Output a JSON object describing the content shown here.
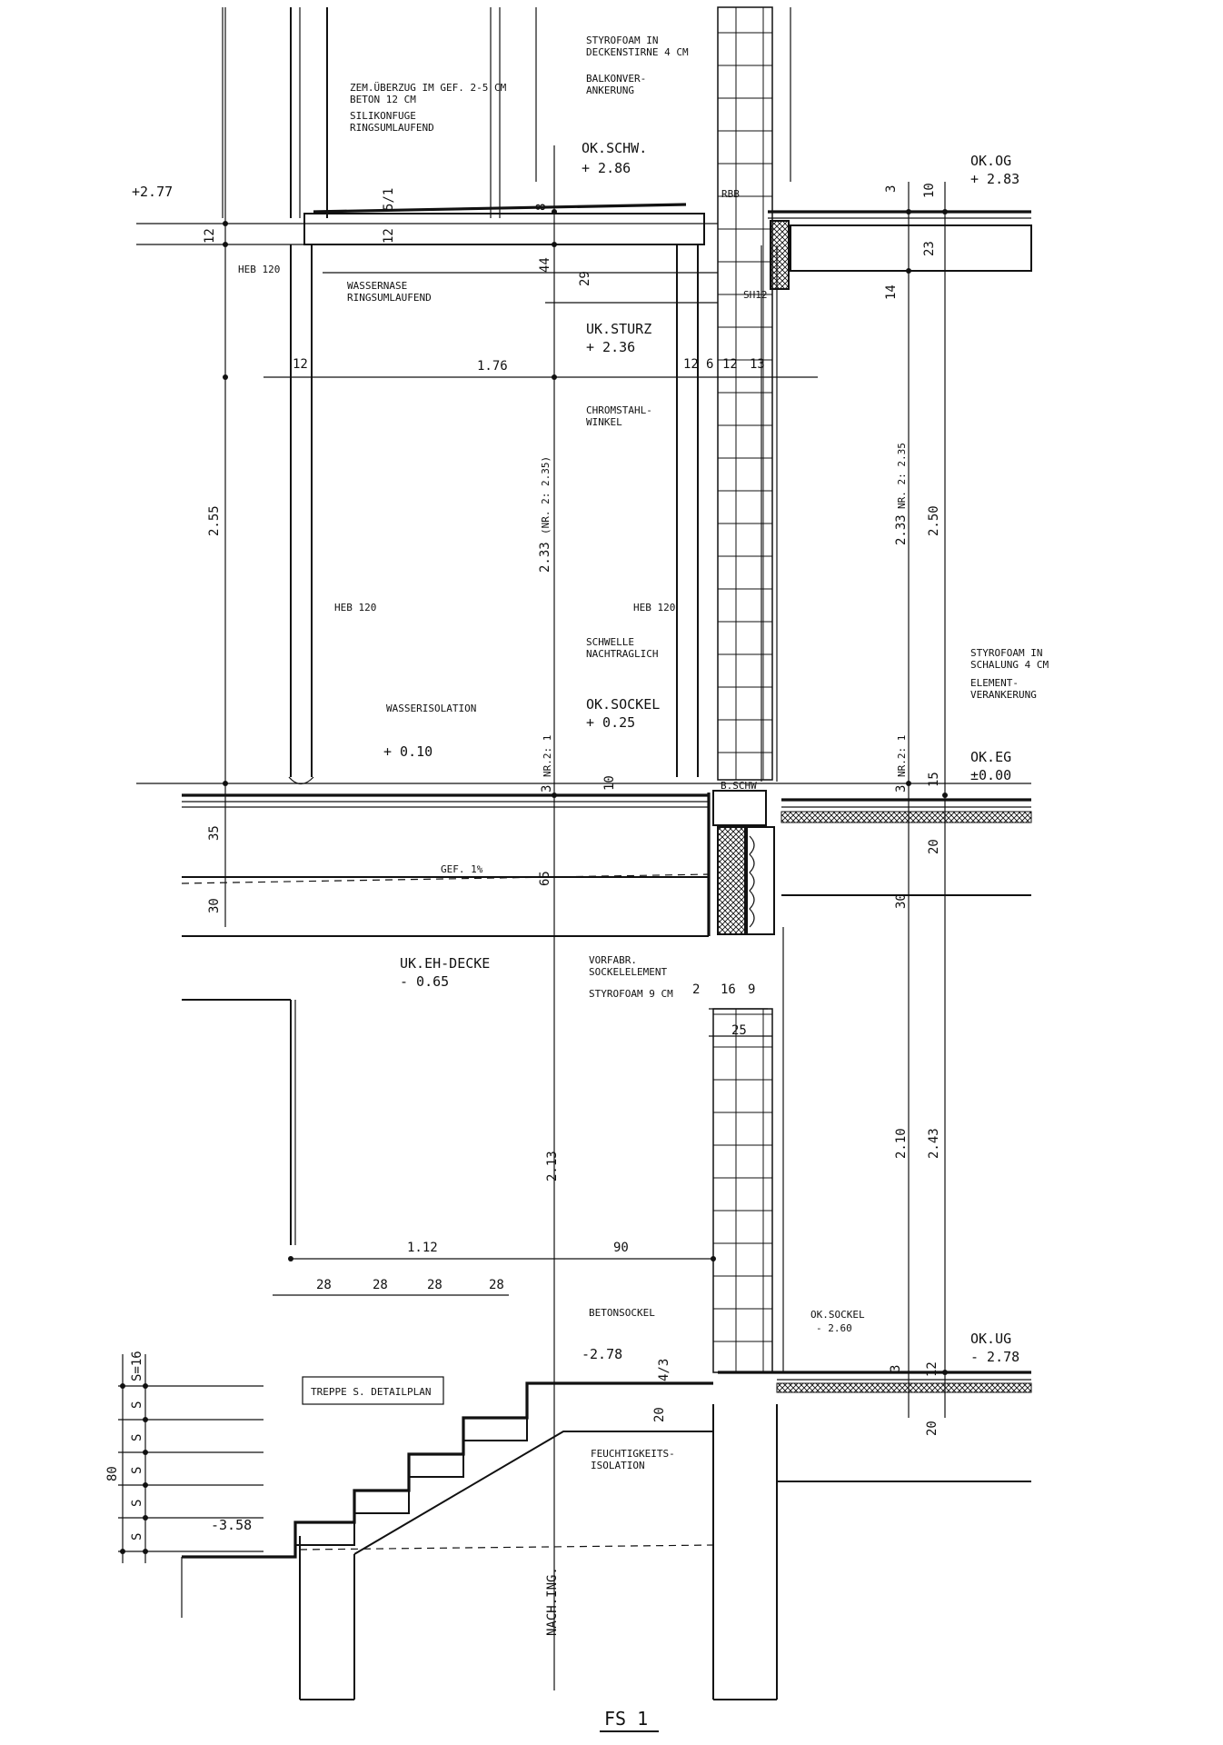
{
  "title": "FS 1",
  "levels": {
    "left_top": "+2.77",
    "ok_schw": [
      "OK.SCHW.",
      "+ 2.86"
    ],
    "ok_og": [
      "OK.OG",
      "+ 2.83"
    ],
    "uk_sturz": [
      "UK.STURZ",
      "+ 2.36"
    ],
    "ok_sockel": [
      "OK.SOCKEL",
      "+ 0.25"
    ],
    "wasserisolation_level": "+ 0.10",
    "ok_eg": [
      "OK.EG",
      "±0.00"
    ],
    "uk_eh_decke": [
      "UK.EH-DECKE",
      "- 0.65"
    ],
    "stair_top": "-2.78",
    "ok_sockel_ug": [
      "OK.SOCKEL",
      "- 2.60"
    ],
    "ok_ug": [
      "OK.UG",
      "- 2.78"
    ],
    "stair_bottom": "-3.58"
  },
  "notes": {
    "zem": [
      "ZEM.ÜBERZUG IM GEF. 2-5 CM",
      "BETON 12 CM",
      "SILIKONFUGE",
      "RINGSUMLAUFEND"
    ],
    "styro_top": [
      "STYROFOAM IN",
      "DECKENSTIRNE 4 CM"
    ],
    "balkon": [
      "BALKONVER-",
      "ANKERUNG"
    ],
    "rbb": "RBB",
    "sh12": "SH12",
    "heb_top": "HEB 120",
    "wassernase": [
      "WASSERNASE",
      "RINGSUMLAUFEND"
    ],
    "chromstahl": [
      "CHROMSTAHL-",
      "WINKEL"
    ],
    "heb_mid_left": "HEB 120",
    "heb_mid_right": "HEB 120",
    "schwelle": [
      "SCHWELLE",
      "NACHTRAGLICH"
    ],
    "wasseriso": "WASSERISOLATION",
    "styro_schalung": [
      "STYROFOAM IN",
      "SCHALUNG 4 CM"
    ],
    "element": [
      "ELEMENT-",
      "VERANKERUNG"
    ],
    "bschw": "B.SCHW",
    "gef": "GEF. 1%",
    "vorfabr": [
      "VORFABR.",
      "SOCKELELEMENT",
      "STYROFOAM 9 CM"
    ],
    "betonsockel": "BETONSOCKEL",
    "feucht": [
      "FEUCHTIGKEITS-",
      "ISOLATION"
    ],
    "treppe": "TREPPE S. DETAILPLAN",
    "nach_ing": "NACH.ING."
  },
  "dims": {
    "d12a": "12",
    "d12b": "12",
    "d51": "5/1",
    "d8": "8",
    "d44": "44",
    "d29": "29",
    "d3a": "3",
    "d10a": "10",
    "d23": "23",
    "d14": "14",
    "d12c": "12",
    "d176": "1.76",
    "d12d": "12",
    "d6": "6",
    "d12e": "12",
    "d13": "13",
    "d255": "2.55",
    "d233l": "2.33",
    "d233l_note": "(NR. 2: 2.35)",
    "d233r": "2.33",
    "d233r_note": "NR. 2: 2.35",
    "d250": "2.50",
    "d3b": "3",
    "d3b_note": "NR.2: 1",
    "d10b": "10",
    "d3c": "3",
    "d3c_note": "NR.2: 1",
    "d15": "15",
    "d35": "35",
    "d30": "30",
    "d65": "65",
    "d20a": "20",
    "d30b": "30",
    "d2": "2",
    "d16": "16",
    "d9": "9",
    "d25": "25",
    "d213": "2.13",
    "d210": "2.10",
    "d243": "2.43",
    "d112": "1.12",
    "d90": "90",
    "t1": "28",
    "t2": "28",
    "t3": "28",
    "t4": "28",
    "d43": "4/3",
    "d20b": "20",
    "d3d": "3",
    "d12f": "12",
    "d20c": "20",
    "s16": "S=16",
    "s": "S",
    "d80": "80"
  }
}
